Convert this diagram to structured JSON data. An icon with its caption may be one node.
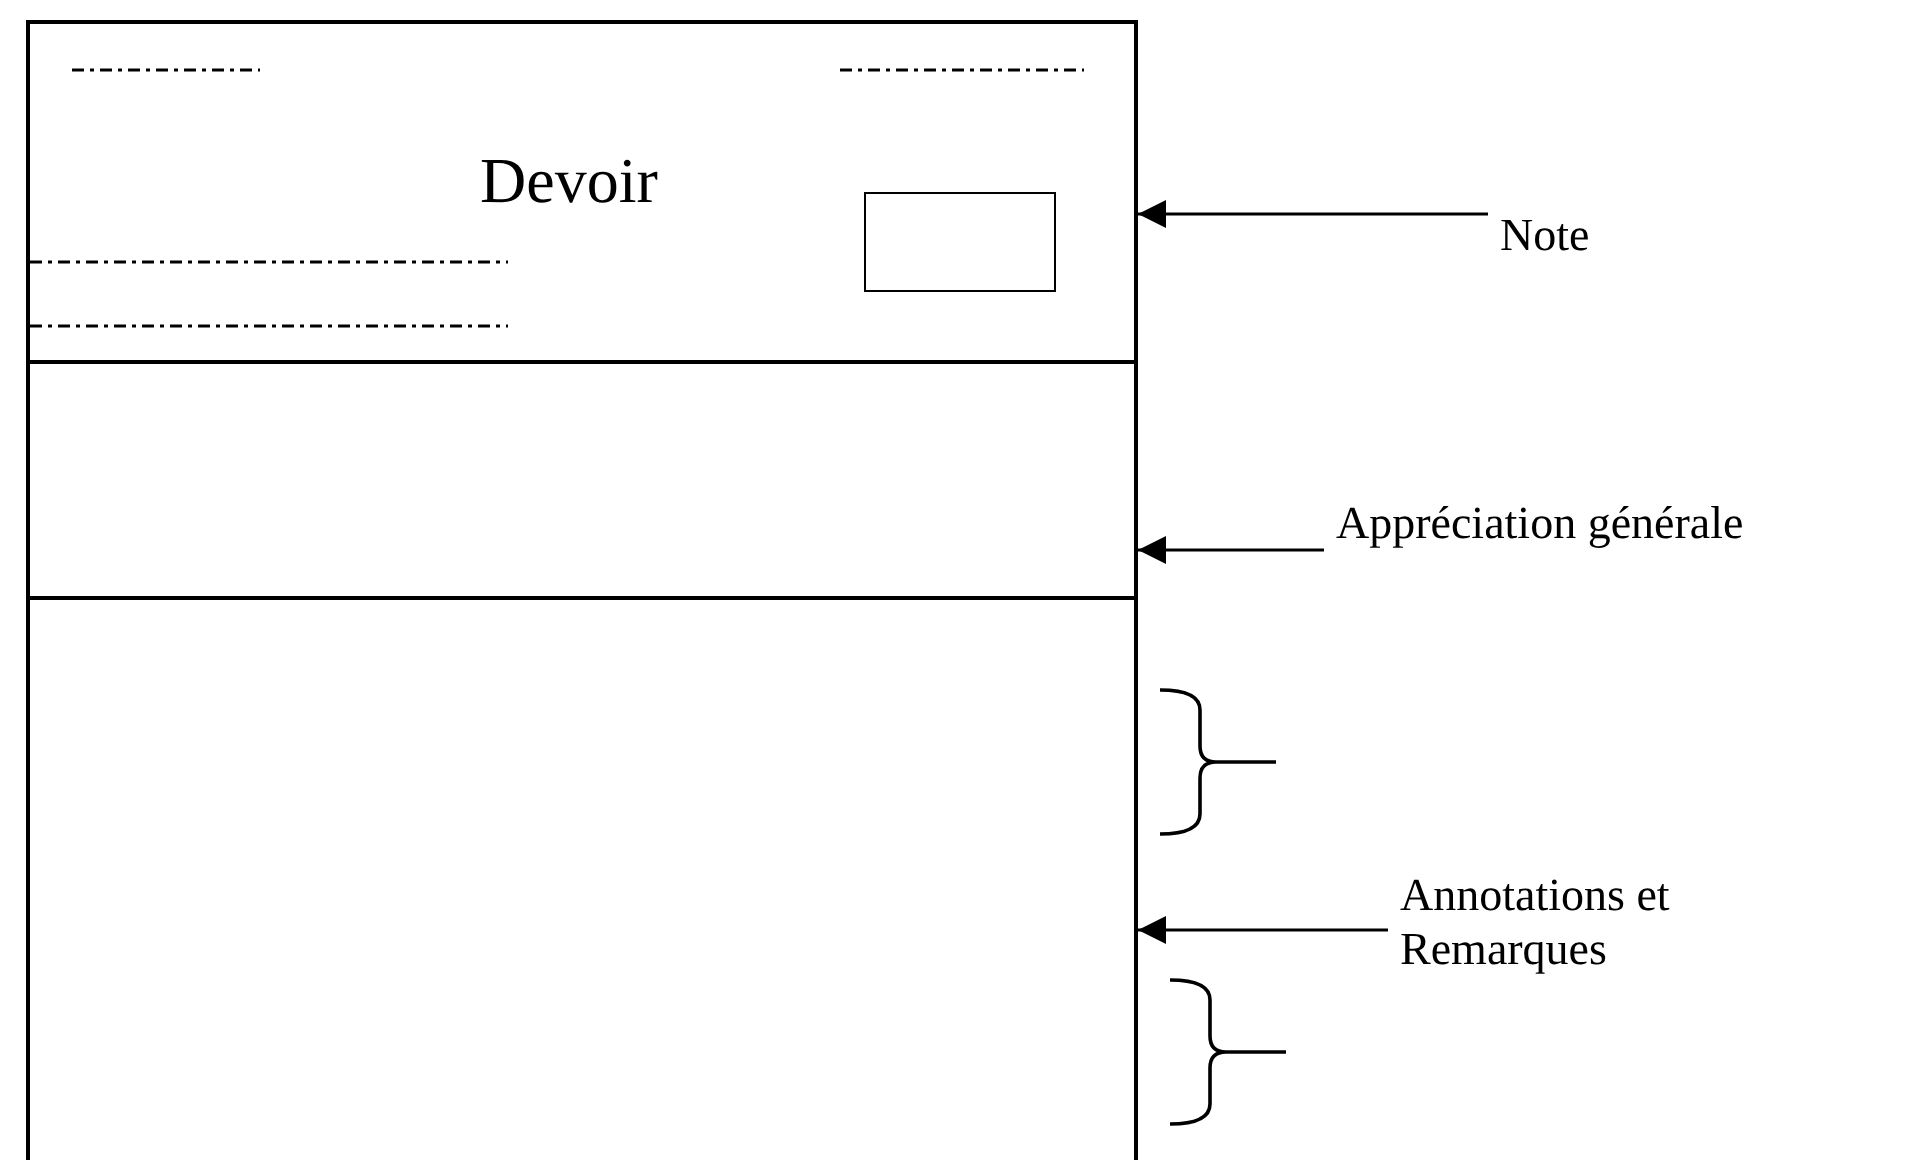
{
  "diagram": {
    "nodes": [
      {
        "text": [
          "Devoir"
        ]
      },
      {
        "text": [],
        "shape": "box",
        "in": 0
      },
      {
        "text": [],
        "shape": "box"
      },
      {
        "text": [],
        "shape": "box"
      },
      {
        "text": [
          "Note"
        ]
      },
      {
        "text": [
          "Appréciation générale"
        ]
      },
      {
        "text": [
          "Annotations et Remarques"
        ]
      }
    ],
    "edges": [
      {
        "from": 4,
        "to": 0,
        "arrow": "to"
      },
      {
        "from": 5,
        "to": 2,
        "arrow": "to"
      },
      {
        "from": 6,
        "to": 3,
        "arrow": "to"
      }
    ]
  }
}
